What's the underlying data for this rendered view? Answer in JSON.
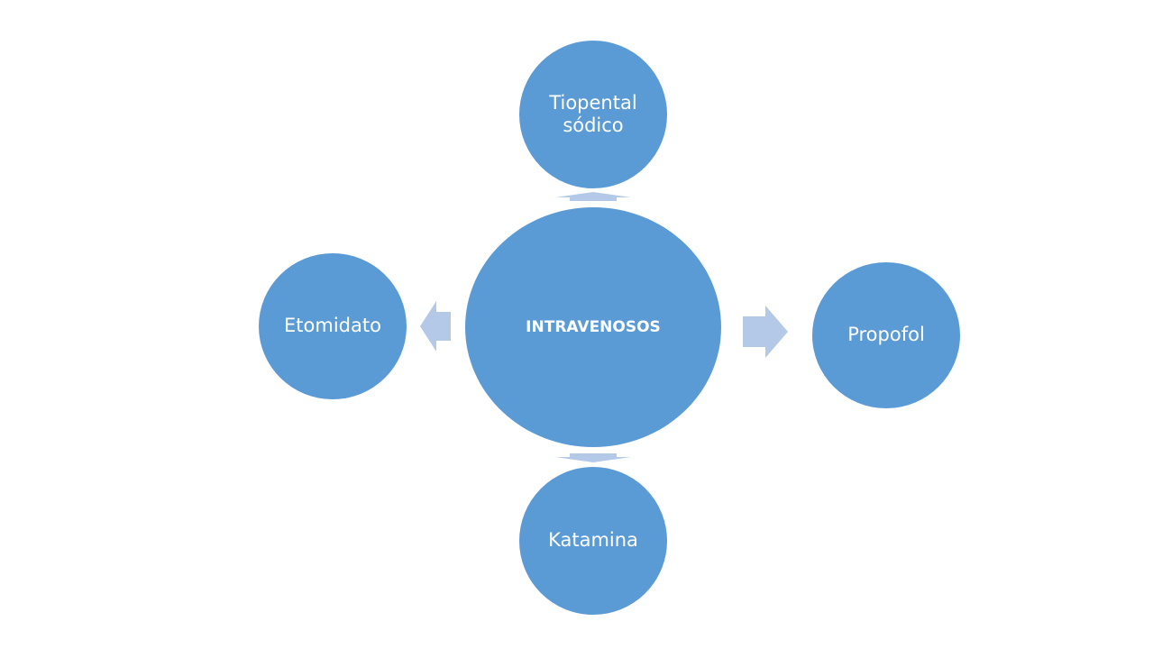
{
  "colors": {
    "node_fill": "#5b9bd5",
    "node_border": "#ffffff",
    "node_text": "#ffffff",
    "arrow_fill": "#b4c9e8",
    "background": "#ffffff"
  },
  "diagram": {
    "center": {
      "label": "INTRAVENOSOS"
    },
    "nodes": {
      "top": {
        "label": "Tiopental\nsódico"
      },
      "right": {
        "label": "Propofol"
      },
      "bottom": {
        "label": "Katamina"
      },
      "left": {
        "label": "Etomidato"
      }
    },
    "connectors": [
      {
        "from": "center",
        "to": "top",
        "icon": "arrow-up-icon"
      },
      {
        "from": "center",
        "to": "right",
        "icon": "arrow-right-icon"
      },
      {
        "from": "center",
        "to": "bottom",
        "icon": "arrow-down-icon"
      },
      {
        "from": "center",
        "to": "left",
        "icon": "arrow-left-icon"
      }
    ]
  }
}
